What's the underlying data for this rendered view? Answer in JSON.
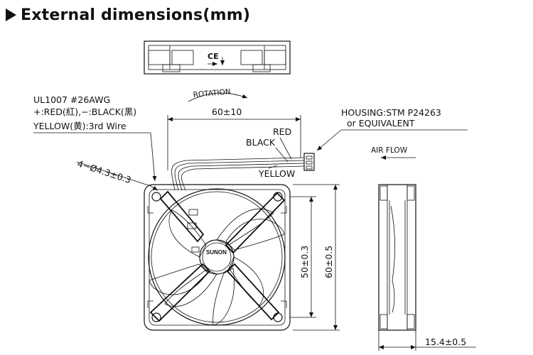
{
  "title": "External dimensions(mm)",
  "wire": {
    "spec": "UL1007  #26AWG",
    "polarity": "+:RED(紅),−:BLACK(黒)",
    "third": "YELLOW(黄):3rd Wire"
  },
  "hole_spec": "4−Ø4.3±0.3",
  "rotation_label": "ROTATION",
  "lead_length": "60±10",
  "housing": {
    "line1": "HOUSING:STM  P24263",
    "line2": "or  EQUIVALENT"
  },
  "colors": {
    "red": "RED",
    "black": "BLACK",
    "yellow": "YELLOW"
  },
  "airflow_label": "AIR  FLOW",
  "brand": "SUNON",
  "dims": {
    "hole_pitch": "50±0.3",
    "frame_size": "60±0.5",
    "thickness": "15.4±0.5"
  }
}
